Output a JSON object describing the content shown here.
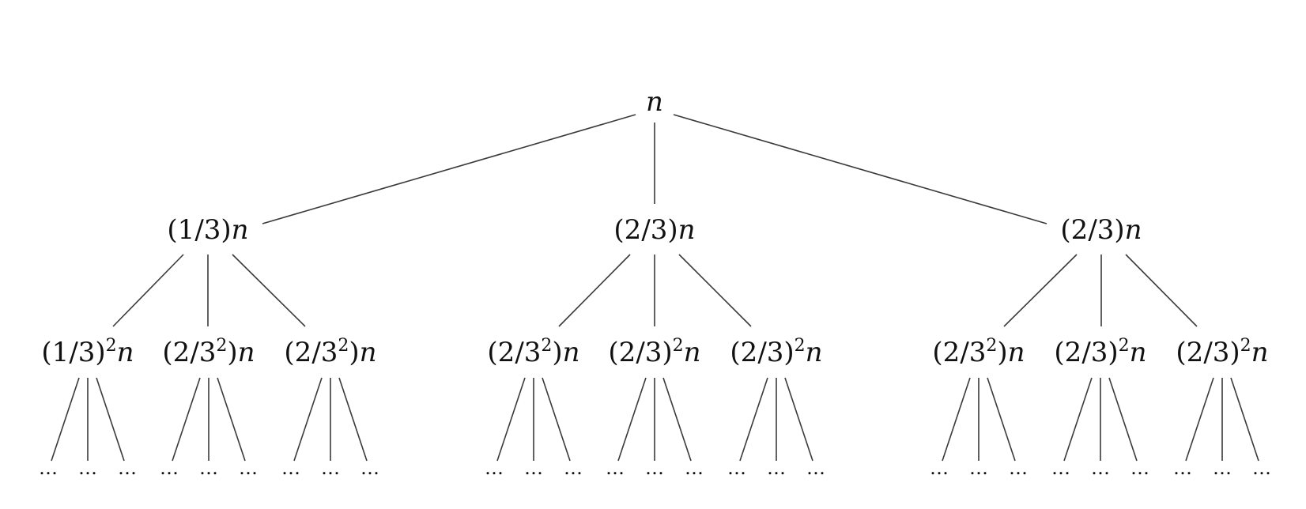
{
  "tree": {
    "root": {
      "label": [
        [
          "n",
          "v"
        ]
      ]
    },
    "level1": [
      {
        "label": [
          [
            "(1/3)",
            "t"
          ],
          [
            "n",
            "v"
          ]
        ]
      },
      {
        "label": [
          [
            "(2/3)",
            "t"
          ],
          [
            "n",
            "v"
          ]
        ]
      },
      {
        "label": [
          [
            "(2/3)",
            "t"
          ],
          [
            "n",
            "v"
          ]
        ]
      }
    ],
    "level2": [
      {
        "label": [
          [
            "(1/3)",
            "t"
          ],
          [
            "2",
            "s"
          ],
          [
            "n",
            "v"
          ]
        ]
      },
      {
        "label": [
          [
            "(2/3",
            "t"
          ],
          [
            "2",
            "s"
          ],
          [
            ")",
            "t"
          ],
          [
            "n",
            "v"
          ]
        ]
      },
      {
        "label": [
          [
            "(2/3",
            "t"
          ],
          [
            "2",
            "s"
          ],
          [
            ")",
            "t"
          ],
          [
            "n",
            "v"
          ]
        ]
      },
      {
        "label": [
          [
            "(2/3",
            "t"
          ],
          [
            "2",
            "s"
          ],
          [
            ")",
            "t"
          ],
          [
            "n",
            "v"
          ]
        ]
      },
      {
        "label": [
          [
            "(2/3)",
            "t"
          ],
          [
            "2",
            "s"
          ],
          [
            "n",
            "v"
          ]
        ]
      },
      {
        "label": [
          [
            "(2/3)",
            "t"
          ],
          [
            "2",
            "s"
          ],
          [
            "n",
            "v"
          ]
        ]
      },
      {
        "label": [
          [
            "(2/3",
            "t"
          ],
          [
            "2",
            "s"
          ],
          [
            ")",
            "t"
          ],
          [
            "n",
            "v"
          ]
        ]
      },
      {
        "label": [
          [
            "(2/3)",
            "t"
          ],
          [
            "2",
            "s"
          ],
          [
            "n",
            "v"
          ]
        ]
      },
      {
        "label": [
          [
            "(2/3)",
            "t"
          ],
          [
            "2",
            "s"
          ],
          [
            "n",
            "v"
          ]
        ]
      }
    ],
    "continuation_label": "…",
    "children_per_node": 3
  }
}
